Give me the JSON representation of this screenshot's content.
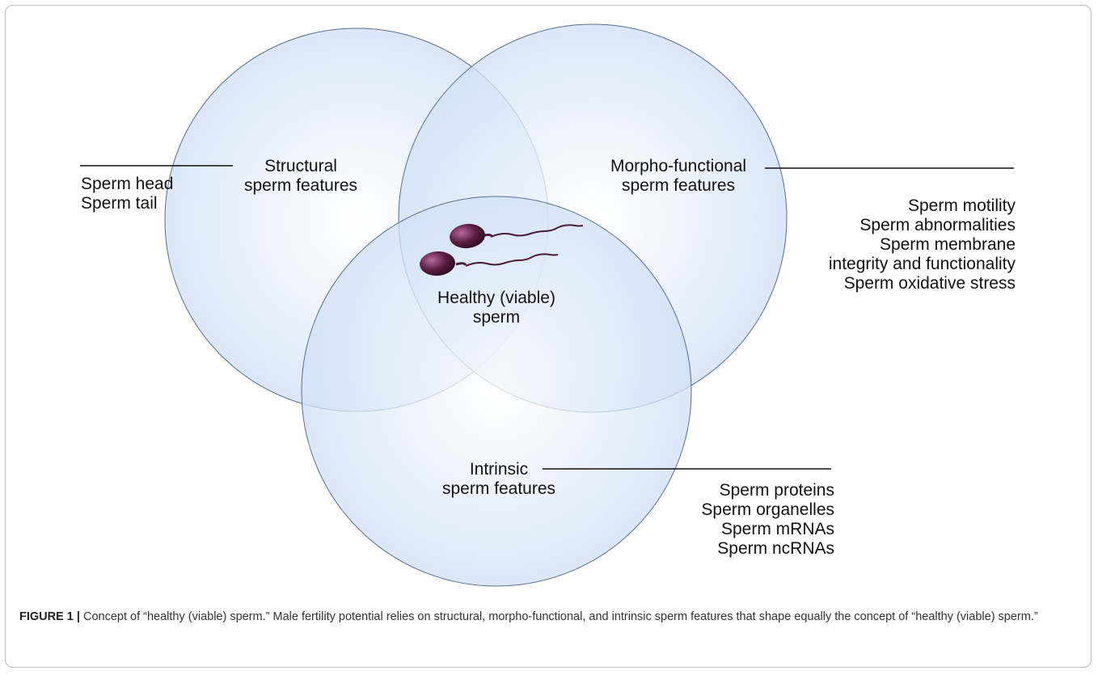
{
  "diagram": {
    "circles": [
      {
        "name": "structural",
        "label": [
          "Structural",
          "sperm features"
        ],
        "items": [
          "Sperm head",
          "Sperm tail"
        ]
      },
      {
        "name": "morpho-functional",
        "label": [
          "Morpho-functional",
          "sperm features"
        ],
        "items": [
          "Sperm motility",
          "Sperm abnormalities",
          "Sperm membrane",
          "integrity and functionality",
          "Sperm oxidative stress"
        ]
      },
      {
        "name": "intrinsic",
        "label": [
          "Intrinsic",
          "sperm features"
        ],
        "items": [
          "Sperm proteins",
          "Sperm organelles",
          "Sperm mRNAs",
          "Sperm ncRNAs"
        ]
      }
    ],
    "center_label": [
      "Healthy (viable)",
      "sperm"
    ],
    "colors": {
      "fill_edge": "#cfe0f7",
      "fill_center": "#ffffff",
      "stroke": "#5a6f8a",
      "overlap": "#8fb4ea",
      "sperm_head": "#5b1f45",
      "sperm_tail": "#4a1a3a"
    }
  },
  "caption": {
    "label": "FIGURE 1 |",
    "text": " Concept of “healthy (viable) sperm.” Male fertility potential relies on structural, morpho-functional, and intrinsic sperm features that shape equally the concept of “healthy (viable) sperm.”"
  }
}
